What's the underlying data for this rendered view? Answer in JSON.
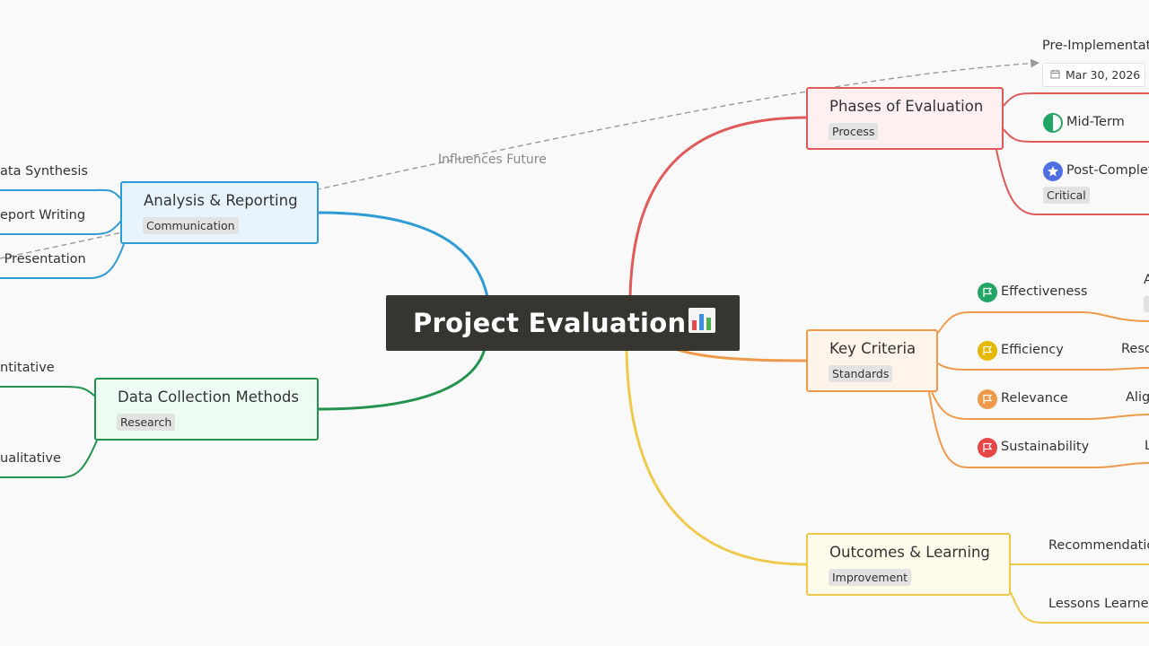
{
  "root": {
    "title": "Project Evaluation",
    "icon": "bar-chart-emoji"
  },
  "relationship": {
    "label": "Influences Future"
  },
  "branches": {
    "analysis": {
      "title": "Analysis & Reporting",
      "tag": "Communication",
      "color": "#2f9bd6",
      "children": [
        "ata Synthesis",
        "eport Writing",
        " Presentation"
      ]
    },
    "data": {
      "title": "Data Collection Methods",
      "tag": "Research",
      "color": "#23924f",
      "children": [
        "ntitative",
        "ualitative"
      ]
    },
    "phases": {
      "title": "Phases of Evaluation",
      "tag": "Process",
      "color": "#e05a5a",
      "children": [
        "Pre-Implementati",
        "Mid-Term",
        "Post-Complet"
      ],
      "date": "Mar 30, 2026",
      "critical": "Critical"
    },
    "criteria": {
      "title": "Key Criteria",
      "tag": "Standards",
      "color": "#ef9a4a",
      "children": [
        "Effectiveness",
        "Efficiency",
        "Relevance",
        "Sustainability"
      ],
      "right_fragments": [
        "A",
        "Reso",
        "Alig",
        "L"
      ]
    },
    "outcomes": {
      "title": "Outcomes & Learning",
      "tag": "Improvement",
      "color": "#efc94c",
      "children": [
        "Recommendatio",
        "Lessons Learne"
      ]
    }
  }
}
